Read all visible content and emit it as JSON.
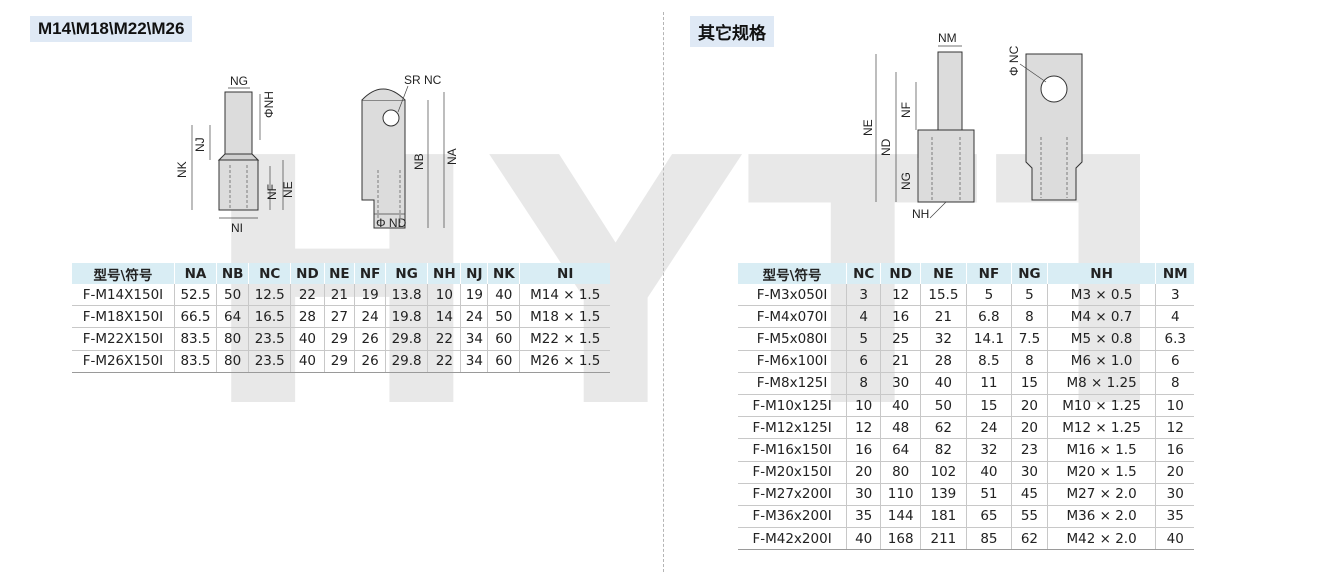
{
  "watermark": "HYTT",
  "left": {
    "title": "M14\\M18\\M22\\M26",
    "drawing_labels": {
      "ng": "NG",
      "nh": "ΦNH",
      "nj": "NJ",
      "nk": "NK",
      "nf": "NF",
      "ne": "NE",
      "ni": "NI",
      "srnc": "SR NC",
      "nb": "NB",
      "na": "NA",
      "nd": "Φ ND"
    },
    "table": {
      "headers": [
        "型号\\符号",
        "NA",
        "NB",
        "NC",
        "ND",
        "NE",
        "NF",
        "NG",
        "NH",
        "NJ",
        "NK",
        "NI"
      ],
      "rows": [
        [
          "F-M14X150I",
          "52.5",
          "50",
          "12.5",
          "22",
          "21",
          "19",
          "13.8",
          "10",
          "19",
          "40",
          "M14 × 1.5"
        ],
        [
          "F-M18X150I",
          "66.5",
          "64",
          "16.5",
          "28",
          "27",
          "24",
          "19.8",
          "14",
          "24",
          "50",
          "M18 × 1.5"
        ],
        [
          "F-M22X150I",
          "83.5",
          "80",
          "23.5",
          "40",
          "29",
          "26",
          "29.8",
          "22",
          "34",
          "60",
          "M22 × 1.5"
        ],
        [
          "F-M26X150I",
          "83.5",
          "80",
          "23.5",
          "40",
          "29",
          "26",
          "29.8",
          "22",
          "34",
          "60",
          "M26 × 1.5"
        ]
      ]
    }
  },
  "right": {
    "title": "其它规格",
    "drawing_labels": {
      "nm": "NM",
      "ne": "NE",
      "nf": "NF",
      "nd": "ND",
      "ng": "NG",
      "nh": "NH",
      "nc": "Φ NC"
    },
    "table": {
      "headers": [
        "型号\\符号",
        "NC",
        "ND",
        "NE",
        "NF",
        "NG",
        "NH",
        "NM"
      ],
      "rows": [
        [
          "F-M3x050I",
          "3",
          "12",
          "15.5",
          "5",
          "5",
          "M3 × 0.5",
          "3"
        ],
        [
          "F-M4x070I",
          "4",
          "16",
          "21",
          "6.8",
          "8",
          "M4 × 0.7",
          "4"
        ],
        [
          "F-M5x080I",
          "5",
          "25",
          "32",
          "14.1",
          "7.5",
          "M5 × 0.8",
          "6.3"
        ],
        [
          "F-M6x100I",
          "6",
          "21",
          "28",
          "8.5",
          "8",
          "M6 × 1.0",
          "6"
        ],
        [
          "F-M8x125I",
          "8",
          "30",
          "40",
          "11",
          "15",
          "M8 × 1.25",
          "8"
        ],
        [
          "F-M10x125I",
          "10",
          "40",
          "50",
          "15",
          "20",
          "M10 × 1.25",
          "10"
        ],
        [
          "F-M12x125I",
          "12",
          "48",
          "62",
          "24",
          "20",
          "M12 × 1.25",
          "12"
        ],
        [
          "F-M16x150I",
          "16",
          "64",
          "82",
          "32",
          "23",
          "M16 × 1.5",
          "16"
        ],
        [
          "F-M20x150I",
          "20",
          "80",
          "102",
          "40",
          "30",
          "M20 × 1.5",
          "20"
        ],
        [
          "F-M27x200I",
          "30",
          "110",
          "139",
          "51",
          "45",
          "M27 × 2.0",
          "30"
        ],
        [
          "F-M36x200I",
          "35",
          "144",
          "181",
          "65",
          "55",
          "M36 × 2.0",
          "35"
        ],
        [
          "F-M42x200I",
          "40",
          "168",
          "211",
          "85",
          "62",
          "M42 × 2.0",
          "40"
        ]
      ]
    }
  }
}
